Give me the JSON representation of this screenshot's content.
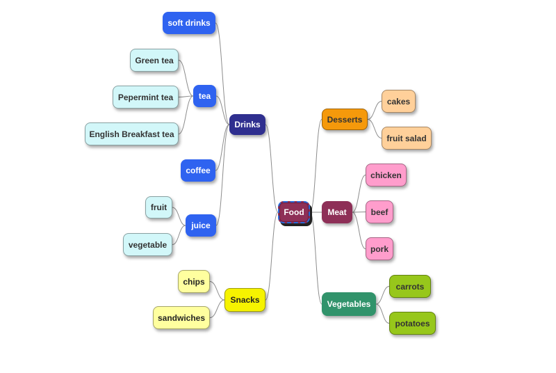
{
  "colors": {
    "link": "#8c8c8c",
    "root": "#8e2f57",
    "drinks": "#2f2f8f",
    "blue": "#2f63f0",
    "leaf_cyan": "#d2f7f9",
    "desserts": "#f5990b",
    "leaf_peach": "#ffd09a",
    "meat": "#8e2f57",
    "leaf_pink": "#ff9dcc",
    "vegetables": "#31936b",
    "leaf_lime": "#97c71b",
    "snacks": "#f6f300",
    "leaf_yellow": "#ffff9f"
  },
  "nodes": {
    "root": "Food",
    "drinks": "Drinks",
    "soft_drinks": "soft drinks",
    "tea": "tea",
    "green_tea": "Green tea",
    "pepermint_tea": "Pepermint tea",
    "english_breakfast_tea": "English Breakfast tea",
    "coffee": "coffee",
    "juice": "juice",
    "fruit": "fruit",
    "vegetable": "vegetable",
    "snacks": "Snacks",
    "chips": "chips",
    "sandwiches": "sandwiches",
    "desserts": "Desserts",
    "cakes": "cakes",
    "fruit_salad": "fruit salad",
    "meat": "Meat",
    "chicken": "chicken",
    "beef": "beef",
    "pork": "pork",
    "vegetables": "Vegetables",
    "carrots": "carrots",
    "potatoes": "potatoes"
  }
}
